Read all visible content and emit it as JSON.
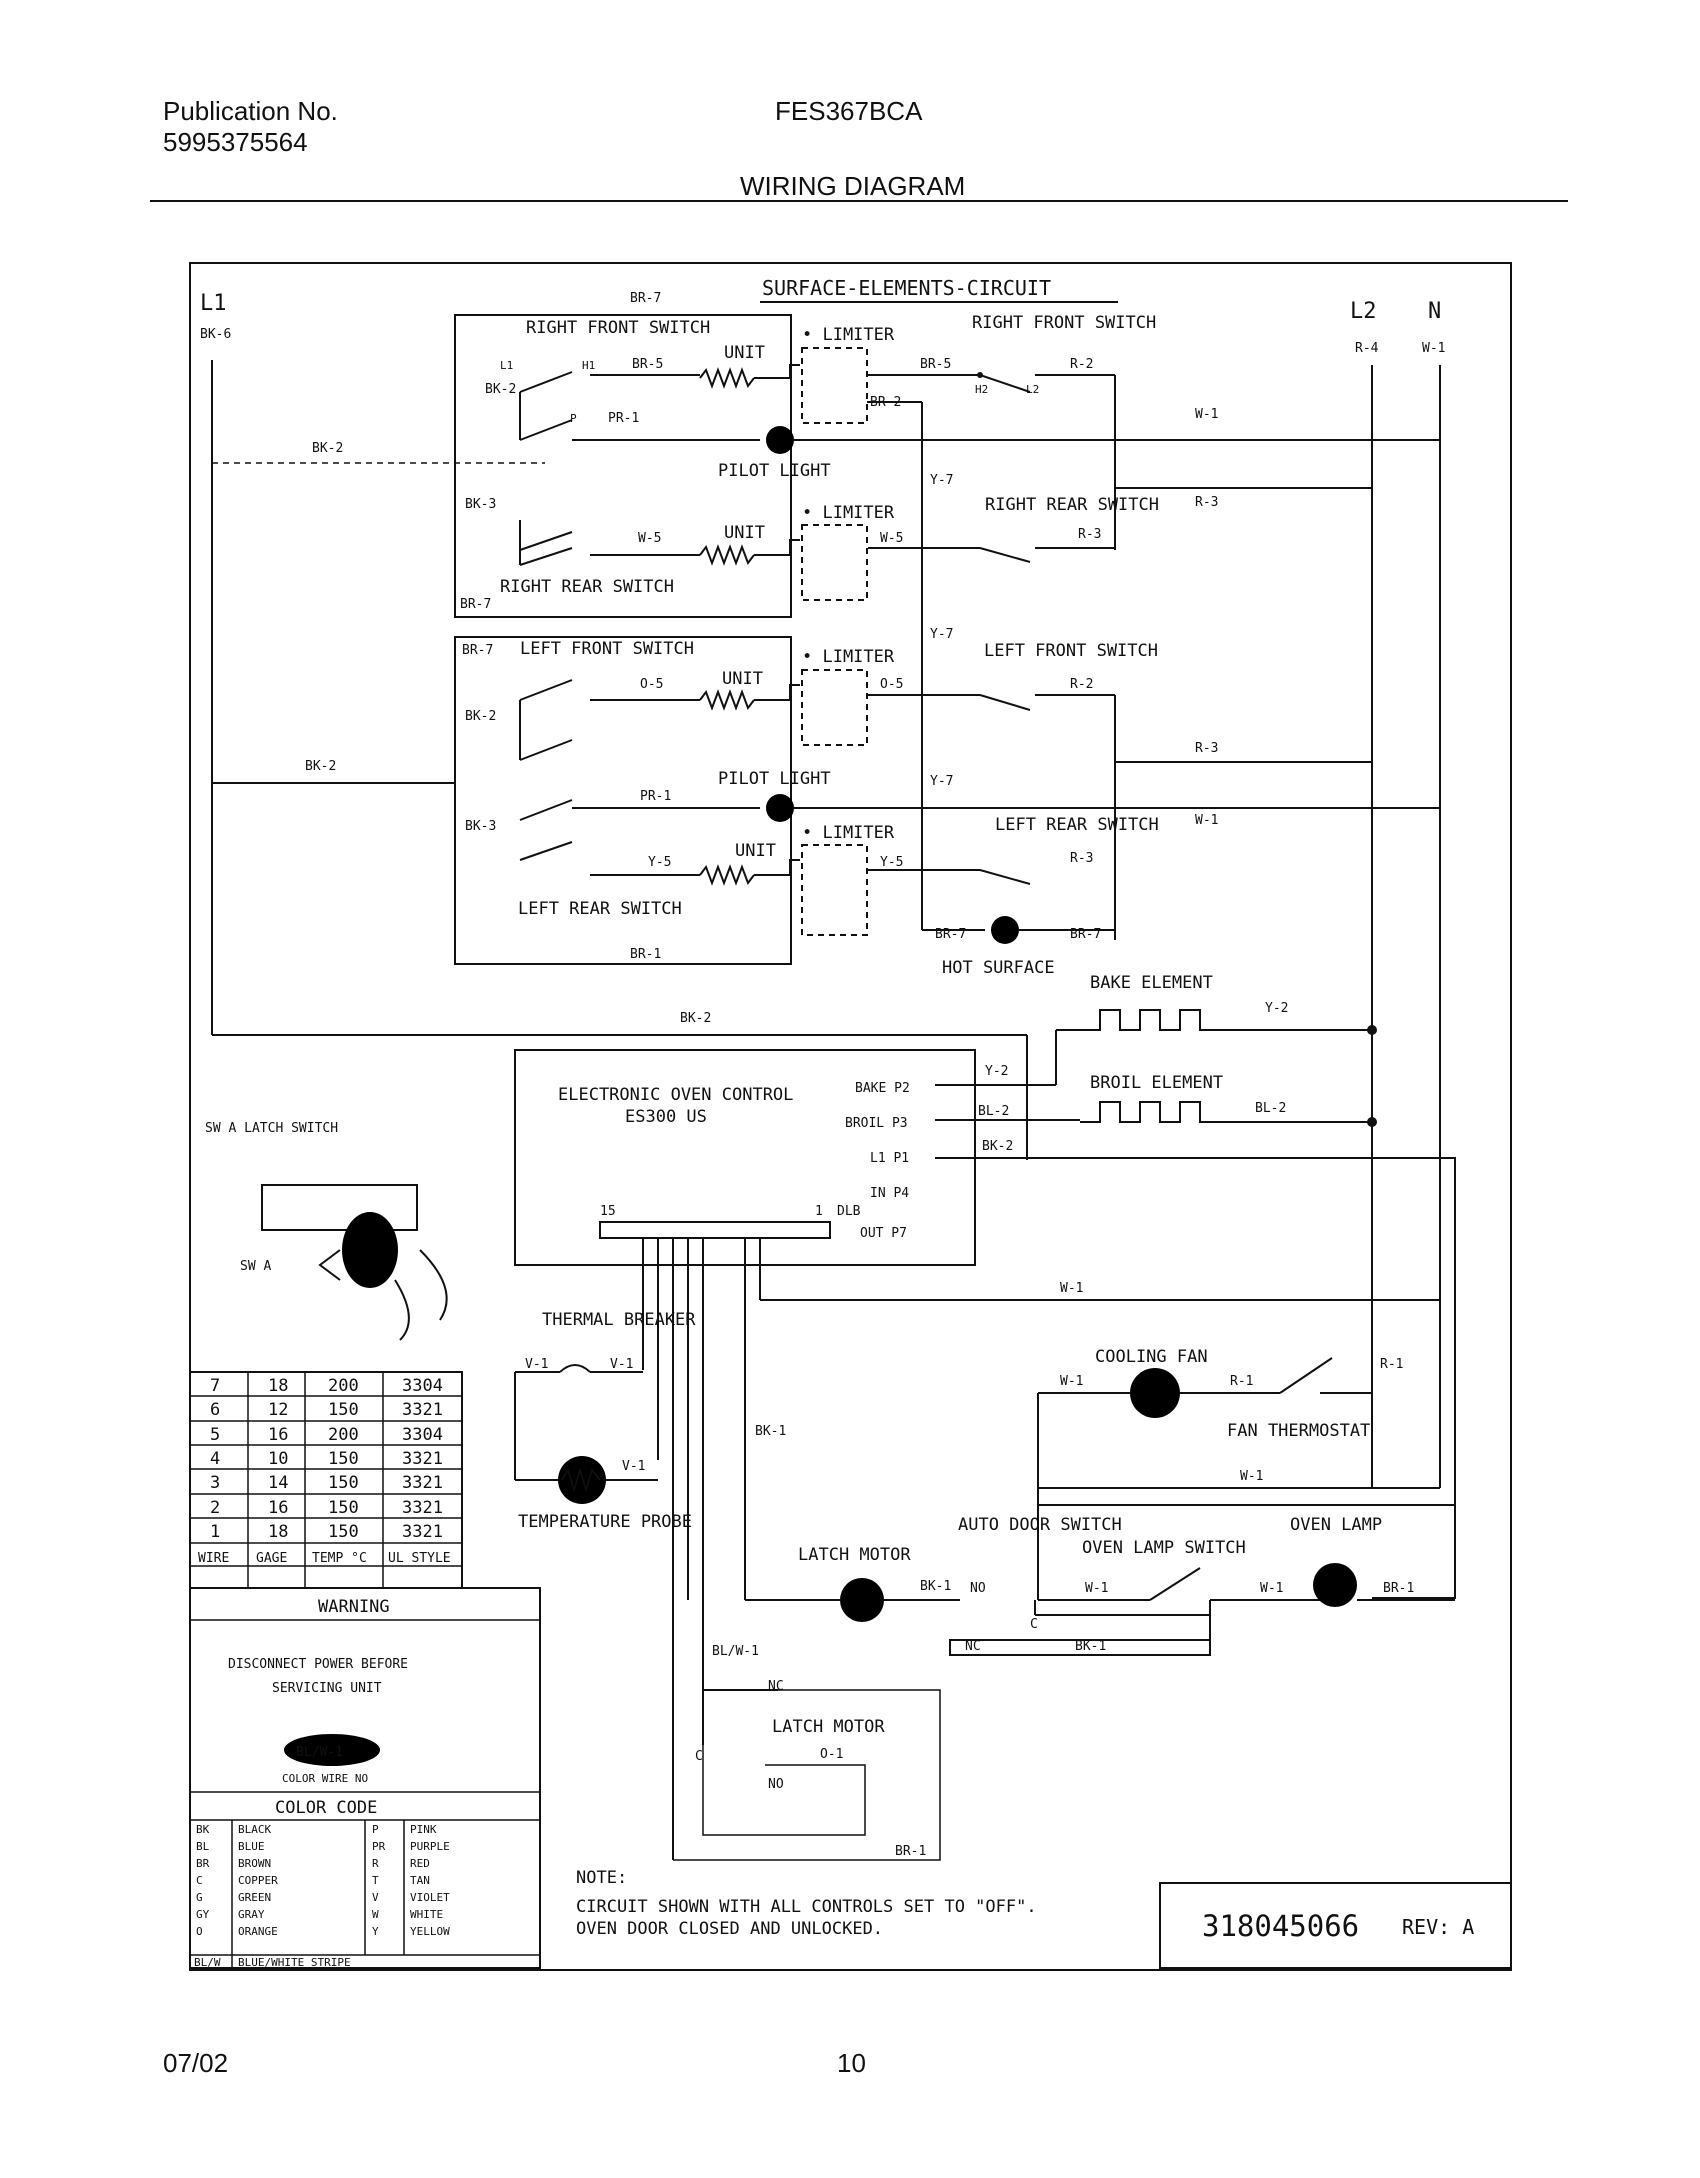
{
  "header": {
    "publication_label": "Publication No.",
    "publication_number": "5995375564",
    "model": "FES367BCA",
    "title": "WIRING DIAGRAM"
  },
  "footer": {
    "date": "07/02",
    "page": "10"
  },
  "diagram": {
    "circuit_title": "SURFACE-ELEMENTS-CIRCUIT",
    "bus": {
      "l1": "L1",
      "l2": "L2",
      "n": "N"
    },
    "wires": {
      "bk6": "BK-6",
      "bk2": "BK-2",
      "bk3": "BK-3",
      "br7": "BR-7",
      "br5": "BR-5",
      "br2": "BR-2",
      "br1": "BR-1",
      "pr1": "PR-1",
      "w5": "W-5",
      "w1": "W-1",
      "r2": "R-2",
      "r3": "R-3",
      "r4": "R-4",
      "y7": "Y-7",
      "o5": "O-5",
      "y5": "Y-5",
      "y2": "Y-2",
      "bl2": "BL-2",
      "bk1": "BK-1",
      "v1": "V-1",
      "r1": "R-1",
      "blw1": "BL/W-1",
      "o1": "O-1"
    },
    "terms": {
      "l1": "L1",
      "h1": "H1",
      "p": "P",
      "h2": "H2",
      "l2": "L2"
    },
    "labels": {
      "right_front_switch": "RIGHT FRONT SWITCH",
      "right_rear_switch": "RIGHT REAR SWITCH",
      "left_front_switch": "LEFT FRONT SWITCH",
      "left_rear_switch": "LEFT REAR SWITCH",
      "unit": "UNIT",
      "limiter": "• LIMITER",
      "pilot_light": "PILOT LIGHT",
      "hot_surface": "HOT SURFACE",
      "bake_element": "BAKE ELEMENT",
      "broil_element": "BROIL ELEMENT",
      "eoc_line1": "ELECTRONIC OVEN CONTROL",
      "eoc_line2": "ES300 US",
      "bake_p2": "BAKE P2",
      "broil_p3": "BROIL P3",
      "l1_p1": "L1 P1",
      "in_p4": "IN P4",
      "out_p7": "OUT P7",
      "pin15": "15",
      "pin1": "1",
      "dlb": "DLB",
      "latch_switch": "SW A LATCH SWITCH",
      "sw_a": "SW A",
      "thermal_breaker": "THERMAL BREAKER",
      "temperature_probe": "TEMPERATURE PROBE",
      "cooling_fan": "COOLING FAN",
      "fan_thermostat": "FAN THERMOSTAT",
      "oven_lamp": "OVEN LAMP",
      "oven_lamp_switch": "OVEN LAMP SWITCH",
      "latch_motor": "LATCH MOTOR",
      "auto_door_switch": "AUTO DOOR SWITCH",
      "no": "NO",
      "nc": "NC",
      "c": "C"
    },
    "note_label": "NOTE:",
    "note_line1": "CIRCUIT SHOWN WITH ALL CONTROLS SET TO \"OFF\".",
    "note_line2": "OVEN DOOR CLOSED AND UNLOCKED.",
    "part_number": "318045066",
    "revision": "REV: A"
  },
  "wire_table": {
    "headers": [
      "WIRE",
      "GAGE",
      "TEMP °C",
      "UL STYLE"
    ],
    "rows": [
      [
        "7",
        "18",
        "200",
        "3304"
      ],
      [
        "6",
        "12",
        "150",
        "3321"
      ],
      [
        "5",
        "16",
        "200",
        "3304"
      ],
      [
        "4",
        "10",
        "150",
        "3321"
      ],
      [
        "3",
        "14",
        "150",
        "3321"
      ],
      [
        "2",
        "16",
        "150",
        "3321"
      ],
      [
        "1",
        "18",
        "150",
        "3321"
      ]
    ]
  },
  "warning": {
    "title": "WARNING",
    "line1": "DISCONNECT POWER BEFORE",
    "line2": "SERVICING UNIT",
    "example": "BL/W-1",
    "example_caption": "COLOR WIRE NO"
  },
  "color_code": {
    "title": "COLOR CODE",
    "rows": [
      [
        "BK",
        "BLACK",
        "P",
        "PINK"
      ],
      [
        "BL",
        "BLUE",
        "PR",
        "PURPLE"
      ],
      [
        "BR",
        "BROWN",
        "R",
        "RED"
      ],
      [
        "C",
        "COPPER",
        "T",
        "TAN"
      ],
      [
        "G",
        "GREEN",
        "V",
        "VIOLET"
      ],
      [
        "GY",
        "GRAY",
        "W",
        "WHITE"
      ],
      [
        "O",
        "ORANGE",
        "Y",
        "YELLOW"
      ],
      [
        "BL/W",
        "BLUE/WHITE STRIPE",
        "",
        ""
      ]
    ]
  }
}
